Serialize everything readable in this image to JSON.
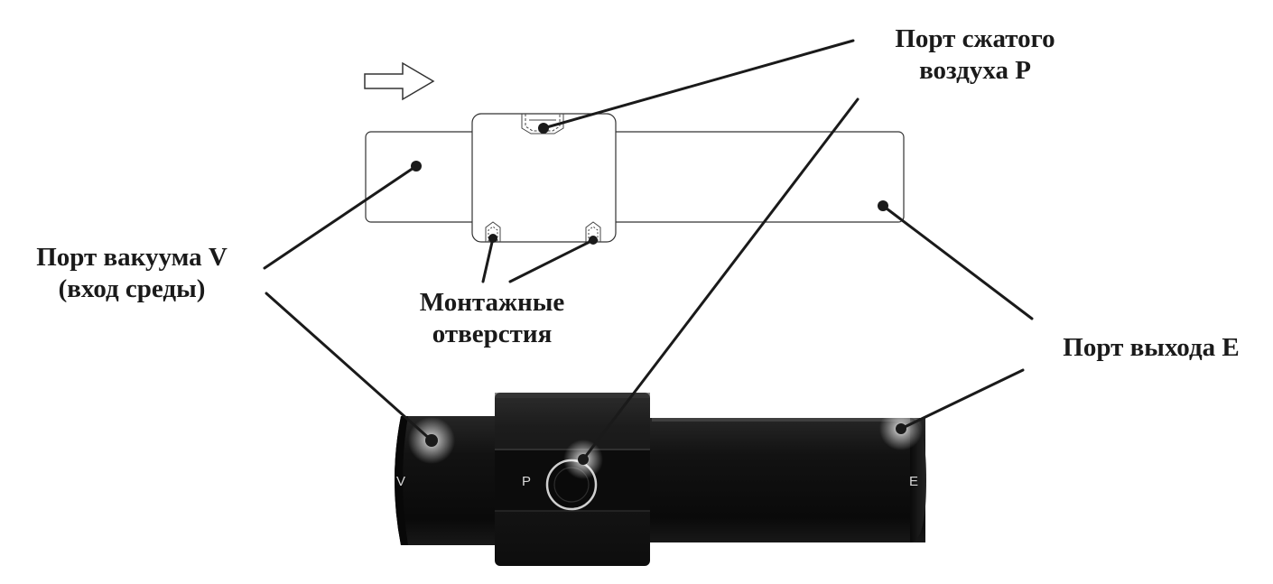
{
  "labels": {
    "compressed_air_port": {
      "line1": "Порт сжатого",
      "line2": "воздуха P"
    },
    "vacuum_port": {
      "line1": "Порт вакуума V",
      "line2": "(вход среды)"
    },
    "mounting_holes": {
      "line1": "Монтажные",
      "line2": "отверстия"
    },
    "exhaust_port": {
      "line1": "Порт выхода E"
    }
  },
  "engravings": {
    "vacuum": "V",
    "pressure": "P",
    "exhaust": "E"
  },
  "icons": {
    "flow_direction": "right-arrow-outline-icon"
  },
  "colors": {
    "leader_line": "#1a1a1a",
    "body": "#121212",
    "outline": "#333333"
  }
}
